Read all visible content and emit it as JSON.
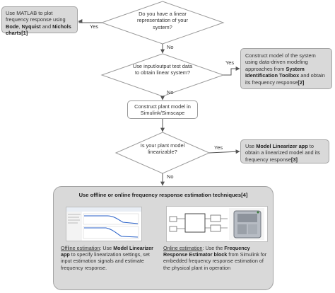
{
  "diagram": {
    "q1": {
      "text": "Do you have a linear representation of your system?"
    },
    "q2": {
      "text": "Use input/output test data to obtain linear system?"
    },
    "q3": {
      "text": "Is your plant model linearizable?"
    },
    "plots_box": {
      "text_a": "Use MATLAB to plot frequency response using ",
      "bode": "Bode",
      "sep1": ", ",
      "nyquist": "Nyquist",
      "text_b": " and ",
      "nichols": "Nichols charts",
      "ref": "[1]"
    },
    "sysid_box": {
      "text_a": "Construct model of the  system using data-driven modeling approaches from ",
      "toolbox": "System Identification Toolbox",
      "text_b": " and obtain its frequency response",
      "ref": "[2]"
    },
    "plant_box": {
      "text": "Construct plant model in Simulink/Simscape"
    },
    "linapp_box": {
      "text_a": "Use ",
      "app": "Model Linearizer app",
      "text_b": " to obtain a linearized model and its frequency response",
      "ref": "[3]"
    },
    "estimation": {
      "title": "Use offline or online frequency response estimation techniques[4]",
      "offline": {
        "heading": "Offline estimation",
        "text_a": ": Use ",
        "app": "Model Linearizer app",
        "text_b": " to specify linearization settings, set input estimation signals and estimate frequency response."
      },
      "online": {
        "heading": "Online estimation",
        "text_a": ": Use the ",
        "block": "Frequency Response Estimator block",
        "text_b": " from Simulink for embedded frequency response estimation of the physical plant in operation"
      }
    },
    "labels": {
      "yes": "Yes",
      "no": "No"
    }
  },
  "colors": {
    "terminal_fill": "#d9d9d9",
    "border": "#a3a3a3",
    "line": "#555555"
  }
}
